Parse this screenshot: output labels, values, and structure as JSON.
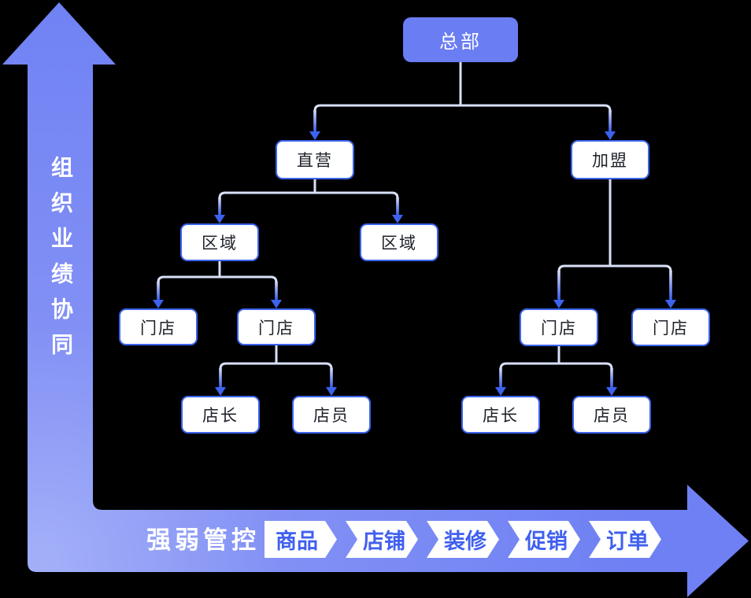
{
  "canvas": {
    "background": "#000000"
  },
  "vertical_axis": {
    "label": "组织业绩协同"
  },
  "horizontal_axis": {
    "label": "强弱管控",
    "flow_items": [
      "商品",
      "店铺",
      "装修",
      "促销",
      "订单"
    ]
  },
  "org_chart": {
    "nodes": [
      {
        "id": "headquarters",
        "label": "总部",
        "level": 0,
        "parent": null
      },
      {
        "id": "direct-sales",
        "label": "直营",
        "level": 1,
        "parent": "headquarters"
      },
      {
        "id": "franchise",
        "label": "加盟",
        "level": 1,
        "parent": "headquarters"
      },
      {
        "id": "region-1",
        "label": "区域",
        "level": 2,
        "parent": "direct-sales"
      },
      {
        "id": "region-2",
        "label": "区域",
        "level": 2,
        "parent": "direct-sales"
      },
      {
        "id": "store-1",
        "label": "门店",
        "level": 3,
        "parent": "region-1"
      },
      {
        "id": "store-2",
        "label": "门店",
        "level": 3,
        "parent": "region-1"
      },
      {
        "id": "manager-1",
        "label": "店长",
        "level": 4,
        "parent": "store-2"
      },
      {
        "id": "clerk-1",
        "label": "店员",
        "level": 4,
        "parent": "store-2"
      },
      {
        "id": "store-3",
        "label": "门店",
        "level": 3,
        "parent": "franchise"
      },
      {
        "id": "store-4",
        "label": "门店",
        "level": 3,
        "parent": "franchise"
      },
      {
        "id": "manager-2",
        "label": "店长",
        "level": 4,
        "parent": "store-3"
      },
      {
        "id": "clerk-2",
        "label": "店员",
        "level": 4,
        "parent": "store-3"
      }
    ]
  },
  "colors": {
    "axis_arrow_fill": "#7285F4",
    "axis_arrow_fill_light": "#A3B0F8",
    "primary_node_fill": "#6A7DF2",
    "node_border": "#3B63EE",
    "node_text": "#1D2129",
    "connector_light": "#D9E0F8",
    "connector_arrow": "#3D62EE",
    "flow_item_text": "#4060EF"
  }
}
